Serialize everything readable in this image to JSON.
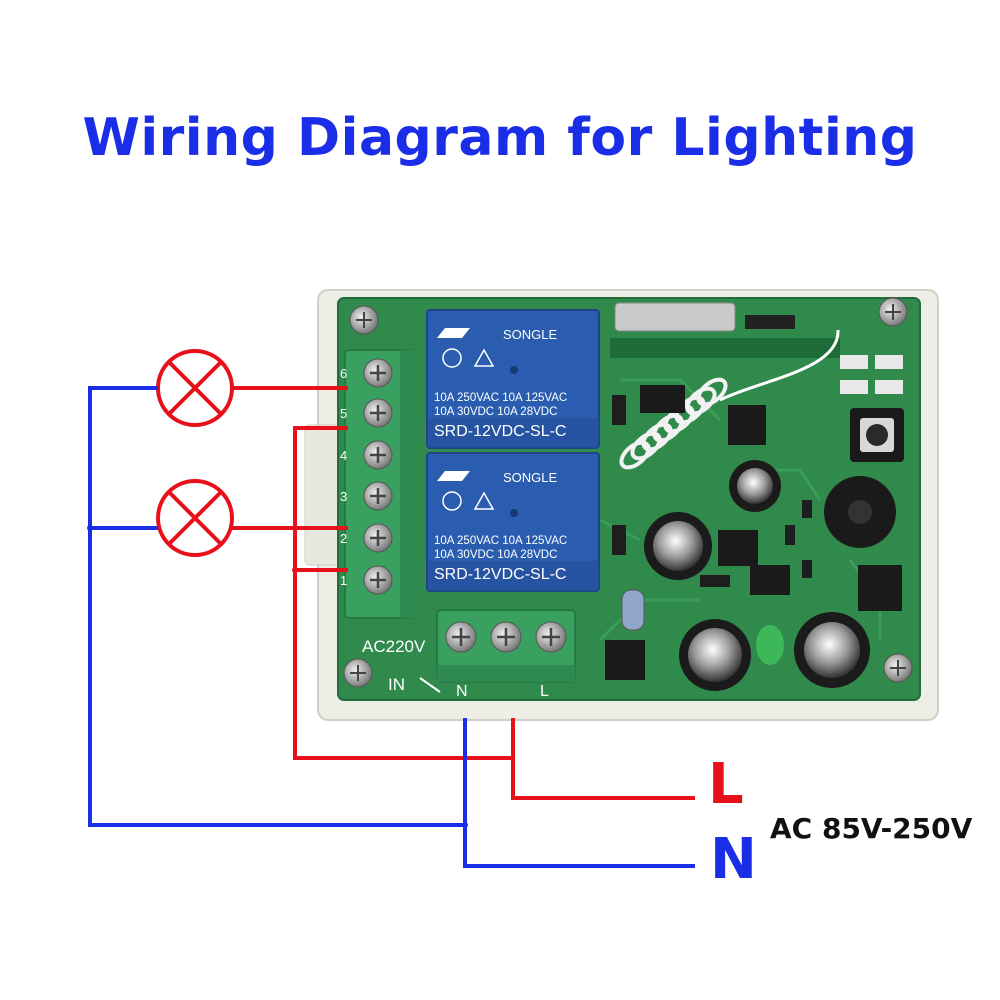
{
  "title": "Wiring Diagram for Lighting",
  "supply": {
    "line_label": "L",
    "neutral_label": "N",
    "voltage_label": "AC 85V-250V"
  },
  "relays": [
    {
      "brand": "SONGLE",
      "rating_line1": "10A 250VAC  10A 125VAC",
      "rating_line2": "10A  30VDC  10A  28VDC",
      "model": "SRD-12VDC-SL-C"
    },
    {
      "brand": "SONGLE",
      "rating_line1": "10A 250VAC  10A 125VAC",
      "rating_line2": "10A  30VDC  10A  28VDC",
      "model": "SRD-12VDC-SL-C"
    }
  ],
  "board": {
    "power_label": "AC220V",
    "in_label": "IN",
    "power_terminals": [
      "N",
      "L"
    ],
    "terminal_numbers": [
      "6",
      "5",
      "4",
      "3",
      "2",
      "1"
    ]
  },
  "colors": {
    "line_wire": "#e8101a",
    "neutral_wire": "#1a2ee8",
    "pcb": "#2f8a4c",
    "relay": "#2a5db0",
    "terminal": "#3aa060"
  }
}
